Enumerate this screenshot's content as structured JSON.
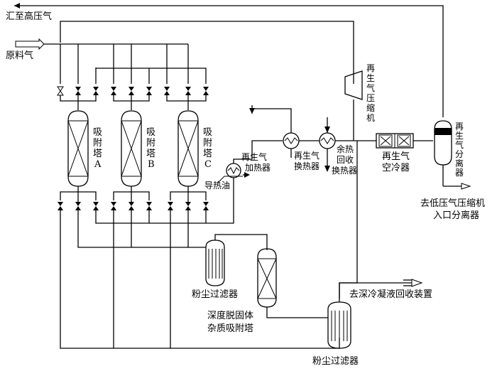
{
  "labels": {
    "hp_gas": "汇至高压气",
    "feed_gas": "原料气",
    "tower_a": [
      "吸",
      "附",
      "塔",
      "A"
    ],
    "tower_b": [
      "吸",
      "附",
      "塔",
      "B"
    ],
    "tower_c": [
      "吸",
      "附",
      "塔",
      "C"
    ],
    "regen_heater": [
      "再生气",
      "加热器"
    ],
    "heat_oil": "导热油",
    "regen_hx": [
      "再生气",
      "换热器"
    ],
    "waste_heat_hx": [
      "余热",
      "回收",
      "换热器"
    ],
    "compressor": [
      "再",
      "生",
      "气",
      "压",
      "缩",
      "机"
    ],
    "air_cooler": [
      "再生气",
      "空冷器"
    ],
    "separator": [
      "再",
      "生",
      "气",
      "分",
      "离",
      "器"
    ],
    "to_lp": [
      "去低压气压缩机",
      "入口分离器"
    ],
    "dust_filter_1": "粉尘过滤器",
    "deep_adsorber": [
      "深度脱固体",
      "杂质吸附塔"
    ],
    "to_cryo": "去深冷凝液回收装置",
    "dust_filter_2": "粉尘过滤器"
  },
  "icons": {
    "valve": "valve-icon",
    "heat_exchanger": "heat-exchanger-icon",
    "fan": "fan-icon",
    "arrow": "flow-arrow-icon",
    "compressor": "compressor-icon"
  }
}
